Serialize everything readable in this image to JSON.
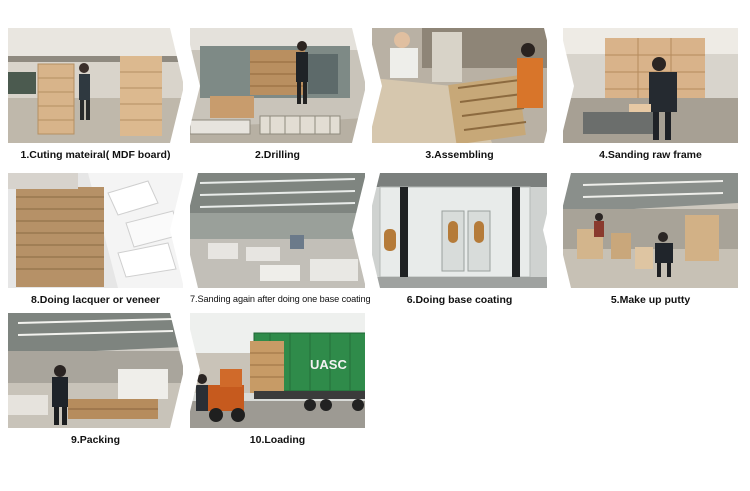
{
  "steps": [
    {
      "number": 1,
      "label": "1.Cuting mateiral( MDF board)"
    },
    {
      "number": 2,
      "label": "2.Drilling"
    },
    {
      "number": 3,
      "label": "3.Assembling"
    },
    {
      "number": 4,
      "label": "4.Sanding raw frame"
    },
    {
      "number": 5,
      "label": "5.Make up putty"
    },
    {
      "number": 6,
      "label": "6.Doing base coating"
    },
    {
      "number": 7,
      "label": "7.Sanding again after doing one base coating"
    },
    {
      "number": 8,
      "label": "8.Doing lacquer or veneer"
    },
    {
      "number": 9,
      "label": "9.Packing"
    },
    {
      "number": 10,
      "label": "10.Loading"
    }
  ],
  "container_text": "UASC"
}
